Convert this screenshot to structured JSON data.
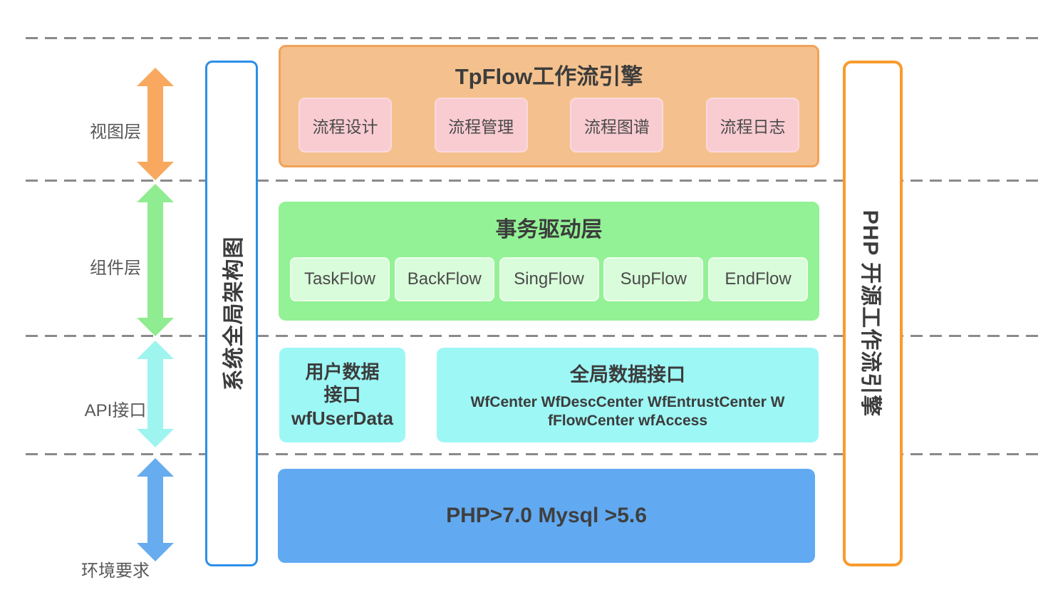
{
  "colors": {
    "dash-line": "#8a8a8a",
    "label-text": "#585858",
    "heading-text": "#3c3c3c",
    "box-text": "#4a4a4a",
    "orange-fill": "#f4c18e",
    "orange-border": "#f1a259",
    "pink-fill": "#f9ccd1",
    "pink-border": "#fbdade",
    "green-fill": "#93f295",
    "green-sub-fill": "#d9fcda",
    "green-sub-border": "#ecfeec",
    "cyan-fill": "#9df7f5",
    "blue-fill": "#61aaf2",
    "left-bar-border": "#2b8fe9",
    "right-bar-border": "#f89b2f",
    "arrow-orange": "#f8a95f",
    "arrow-green": "#8fec90",
    "arrow-cyan": "#9ef4ef",
    "arrow-blue": "#67acee"
  },
  "layer_labels": [
    {
      "key": "view",
      "label": "视图层"
    },
    {
      "key": "component",
      "label": "组件层"
    },
    {
      "key": "api",
      "label": "API接口"
    },
    {
      "key": "env",
      "label": "环境要求"
    }
  ],
  "side_bars": {
    "left": {
      "label": "系统全局架构图"
    },
    "right": {
      "label": "PHP 开源工作流引擎"
    }
  },
  "view_layer": {
    "title": "TpFlow工作流引擎",
    "items": [
      "流程设计",
      "流程管理",
      "流程图谱",
      "流程日志"
    ]
  },
  "component_layer": {
    "title": "事务驱动层",
    "items": [
      "TaskFlow",
      "BackFlow",
      "SingFlow",
      "SupFlow",
      "EndFlow"
    ]
  },
  "api_layer": {
    "user_box": {
      "lines": [
        "用户数据",
        "接口",
        "wfUserData"
      ]
    },
    "global_box": {
      "title": "全局数据接口",
      "subtitle_lines": [
        "WfCenter WfDescCenter WfEntrustCenter W",
        "fFlowCenter wfAccess"
      ]
    }
  },
  "env_layer": {
    "label": "PHP>7.0 Mysql >5.6"
  }
}
